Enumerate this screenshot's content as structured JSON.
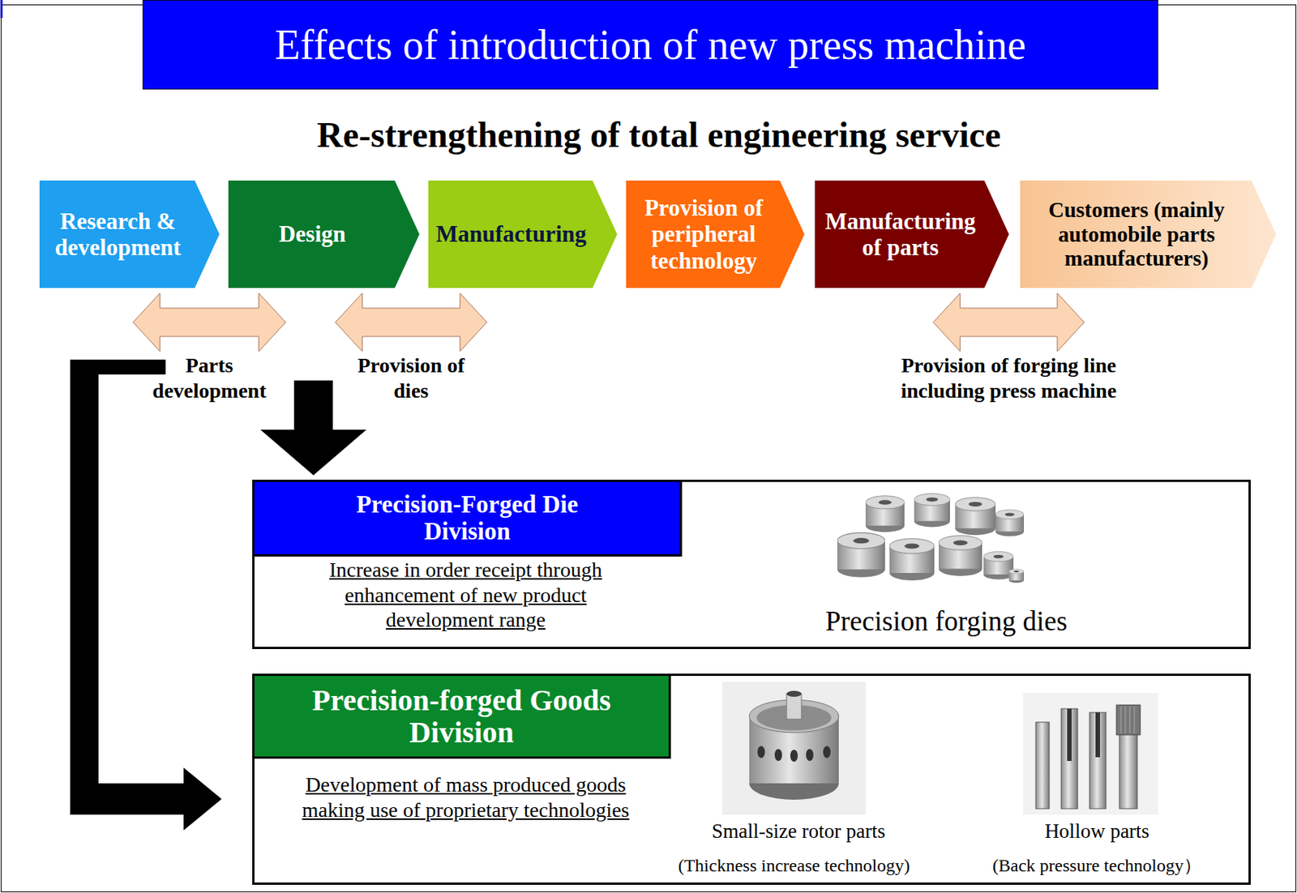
{
  "diagram": {
    "title": "Effects of introduction of new press machine",
    "nodes": [
      {
        "text": [
          "Research & development"
        ]
      },
      {
        "text": [
          "Design"
        ]
      },
      {
        "text": [
          "Manufacturing"
        ]
      },
      {
        "text": [
          "Provision of peripheral technology"
        ]
      },
      {
        "text": [
          "Manufacturing of parts"
        ]
      },
      {
        "text": [
          "Customers (mainly automobile parts manufacturers)"
        ]
      },
      {
        "text": [
          "Increase in order receipt through enhancement of new product development range",
          "Precision forging dies"
        ]
      },
      {
        "text": [
          "Precision-Forged Die Division"
        ],
        "in": 6
      },
      {
        "text": [
          "Development of mass produced goods making use of proprietary technologies",
          "Small-size rotor parts",
          "(Thickness increase technology)",
          "Hollow parts",
          "(Back pressure technology）"
        ]
      },
      {
        "text": [
          "Precision-forged Goods Division"
        ],
        "in": 8
      }
    ],
    "edges": [
      {
        "from": 0,
        "to": 1,
        "label": "Parts development",
        "arrow": "both"
      },
      {
        "from": 1,
        "to": 2,
        "label": "Provision of dies",
        "arrow": "both"
      },
      {
        "from": 4,
        "to": 5,
        "label": "Provision of forging line including press machine",
        "arrow": "both"
      }
    ],
    "labels": [
      "Re-strengthening of total engineering service"
    ]
  }
}
